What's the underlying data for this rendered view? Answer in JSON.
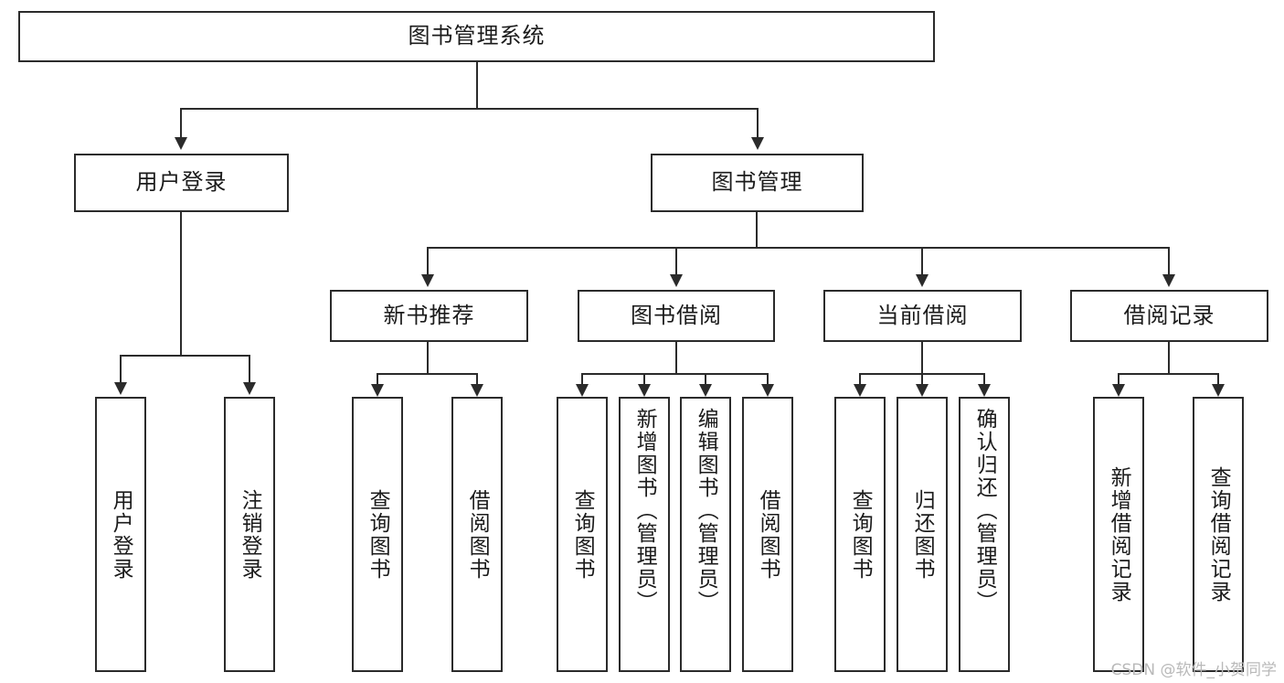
{
  "diagram": {
    "title": "图书管理系统",
    "type": "tree-hierarchy",
    "watermark": "CSDN @软件_小贺同学",
    "colors": {
      "box_border": "#2b2b2b",
      "box_fill": "#ffffff",
      "connector": "#2b2b2b",
      "text": "#1b1b1b",
      "watermark": "#b9b9b9"
    },
    "root": {
      "label": "图书管理系统"
    },
    "level2": [
      {
        "label": "用户登录"
      },
      {
        "label": "图书管理"
      }
    ],
    "level3": [
      {
        "label": "新书推荐"
      },
      {
        "label": "图书借阅"
      },
      {
        "label": "当前借阅"
      },
      {
        "label": "借阅记录"
      }
    ],
    "leaves": {
      "user_login": [
        {
          "label": "用户登录"
        },
        {
          "label": "注销登录"
        }
      ],
      "new_book_recommend": [
        {
          "label": "查询图书"
        },
        {
          "label": "借阅图书"
        }
      ],
      "book_borrow": [
        {
          "label": "查询图书"
        },
        {
          "label": "新增图书（管理员）"
        },
        {
          "label": "编辑图书（管理员）"
        },
        {
          "label": "借阅图书"
        }
      ],
      "current_borrow": [
        {
          "label": "查询图书"
        },
        {
          "label": "归还图书"
        },
        {
          "label": "确认归还（管理员）"
        }
      ],
      "borrow_record": [
        {
          "label": "新增借阅记录"
        },
        {
          "label": "查询借阅记录"
        }
      ]
    }
  }
}
